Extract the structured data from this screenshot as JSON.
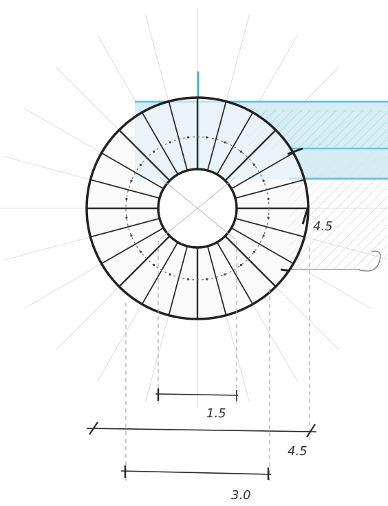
{
  "drawing": {
    "stair_step_count": 24,
    "dimension_labels": {
      "inner_diameter": "1.5",
      "outer_diameter": "4.5",
      "overall_width": "3.0",
      "landing_width": "4.5"
    },
    "colors": {
      "paper": "#ffffff",
      "ink": "#222222",
      "pencil": "#b9b9b9",
      "water": "#6fc4d6",
      "water_fill": "#cfeaf2",
      "shadow_hatch": "#c6c6c6"
    }
  }
}
